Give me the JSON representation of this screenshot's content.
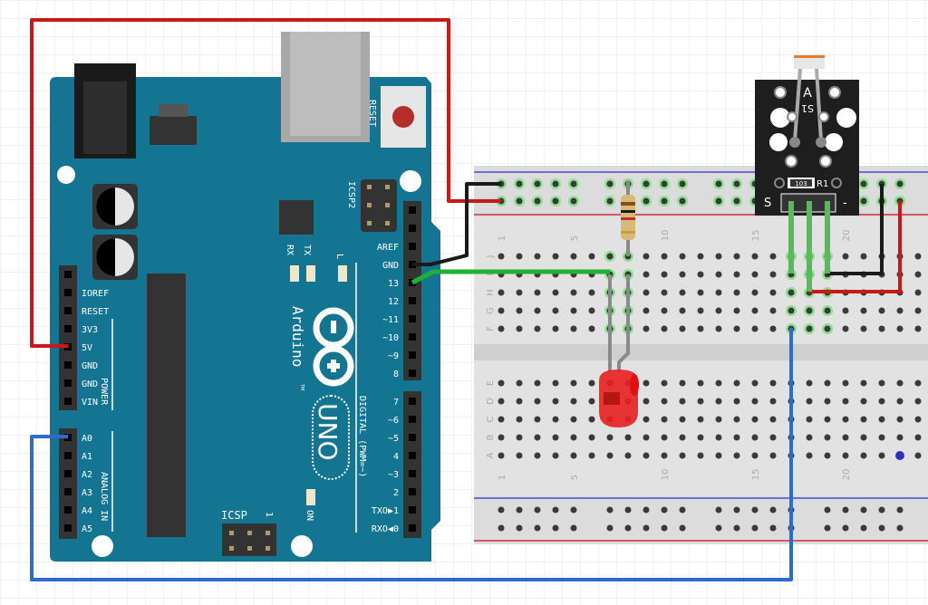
{
  "colors": {
    "board": "#147593",
    "breadboard": "#dcdcdc",
    "wire_5v": "#c81818",
    "wire_gnd": "#1a1a1a",
    "wire_signal": "#22b033",
    "wire_analog": "#2e6ccc",
    "led": "#e82020",
    "sensor": "#1e1e1e"
  },
  "arduino": {
    "brand": "Arduino",
    "tm": "TM",
    "model": "UNO",
    "reset": "RESET",
    "icsp": "ICSP",
    "icsp2": "ICSP2",
    "icsp_pin1": "1",
    "rx": "RX",
    "tx": "TX",
    "l": "L",
    "on": "ON",
    "power_group": "POWER",
    "analog_group": "ANALOG IN",
    "digital_group": "DIGITAL (PWM=~)",
    "power_pins": [
      "IOREF",
      "RESET",
      "3V3",
      "5V",
      "GND",
      "GND",
      "VIN"
    ],
    "analog_pins": [
      "A0",
      "A1",
      "A2",
      "A3",
      "A4",
      "A5"
    ],
    "digital_pins_top": [
      "AREF",
      "GND",
      "13",
      "12",
      "~11",
      "~10",
      "~9",
      "8"
    ],
    "digital_pins_bottom": [
      "7",
      "~6",
      "~5",
      "4",
      "~3",
      "2",
      "TXO▶1",
      "RXO◀0"
    ]
  },
  "breadboard": {
    "rows_top": [
      "J",
      "I",
      "H",
      "G",
      "F"
    ],
    "rows_bottom": [
      "E",
      "D",
      "C",
      "B",
      "A"
    ],
    "column_labels": [
      "1",
      "5",
      "10",
      "15",
      "20"
    ]
  },
  "sensor": {
    "label_a": "A",
    "label_s1": "S1",
    "resistor_code": "103",
    "resistor_ref": "R1",
    "pin_s": "S",
    "pin_minus": "-"
  }
}
